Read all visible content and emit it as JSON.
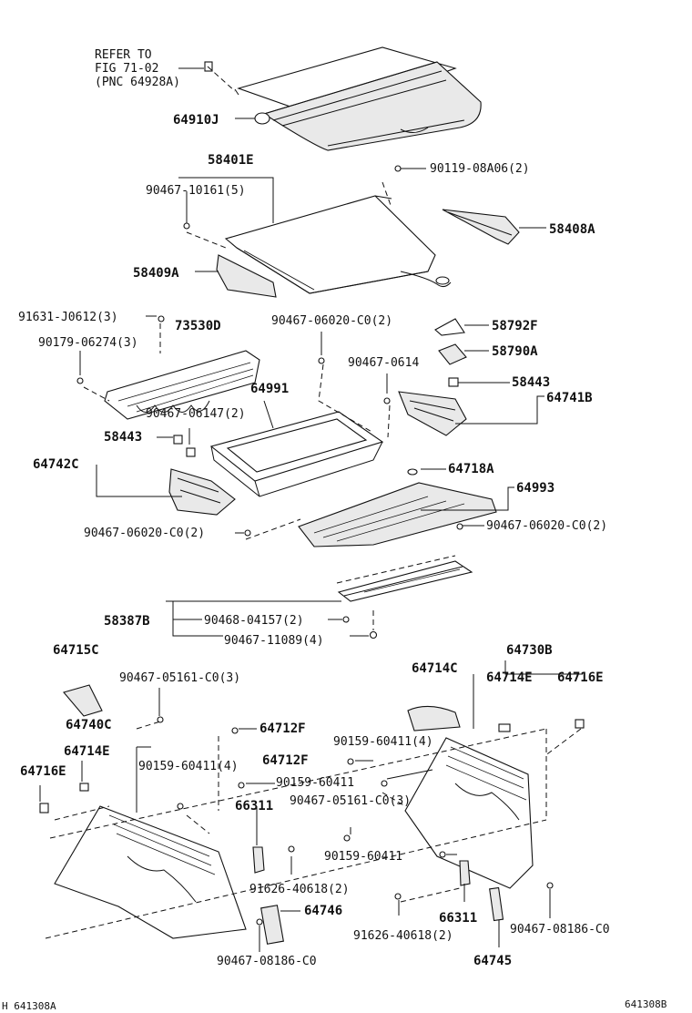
{
  "labels": {
    "ref_note_1": "REFER TO",
    "ref_note_2": "FIG 71-02",
    "ref_note_3": "(PNC 64928A)",
    "p64910J": "64910J",
    "p58401E": "58401E",
    "p90119_08A06": "90119-08A06(2)",
    "p90467_10161": "90467-10161(5)",
    "p58408A": "58408A",
    "p58409A": "58409A",
    "p91631_J0612": "91631-J0612(3)",
    "p73530D": "73530D",
    "p90467_06020_top": "90467-06020-C0(2)",
    "p58792F": "58792F",
    "p90179_06274": "90179-06274(3)",
    "p58790A": "58790A",
    "p90467_0614x": "90467-0614",
    "p58443_right": "58443",
    "p64991": "64991",
    "p64741B": "64741B",
    "p90467_06147": "90467-06147(2)",
    "p58443_left": "58443",
    "p64742C": "64742C",
    "p64718A": "64718A",
    "p64993": "64993",
    "p90467_06020_left": "90467-06020-C0(2)",
    "p90467_06020_right": "90467-06020-C0(2)",
    "p58387B": "58387B",
    "p90468_04157": "90468-04157(2)",
    "p90467_11089": "90467-11089(4)",
    "p64715C": "64715C",
    "p90467_05161_left": "90467-05161-C0(3)",
    "p64730B": "64730B",
    "p64714C": "64714C",
    "p64714E_right": "64714E",
    "p64716E_right": "64716E",
    "p64740C": "64740C",
    "p64712F_top": "64712F",
    "p64714E_left": "64714E",
    "p90159_60411_a": "90159-60411(4)",
    "p64712F_mid": "64712F",
    "p90159_60411_left": "90159-60411(4)",
    "p64716E_left": "64716E",
    "p90159_60411_b": "90159-60411",
    "p66311_left": "66311",
    "p90467_05161_right": "90467-05161-C0(3)",
    "p90159_60411_c": "90159-60411",
    "p91626_40618_left": "91626-40618(2)",
    "p64746": "64746",
    "p66311_right": "66311",
    "p91626_40618_right": "91626-40618(2)",
    "p90467_08186_right": "90467-08186-C0",
    "p90467_08186_left": "90467-08186-C0",
    "p64745": "64745",
    "code_left": "H 641308A",
    "code_right": "641308B"
  },
  "colors": {
    "line": "#111111",
    "background": "#ffffff"
  }
}
